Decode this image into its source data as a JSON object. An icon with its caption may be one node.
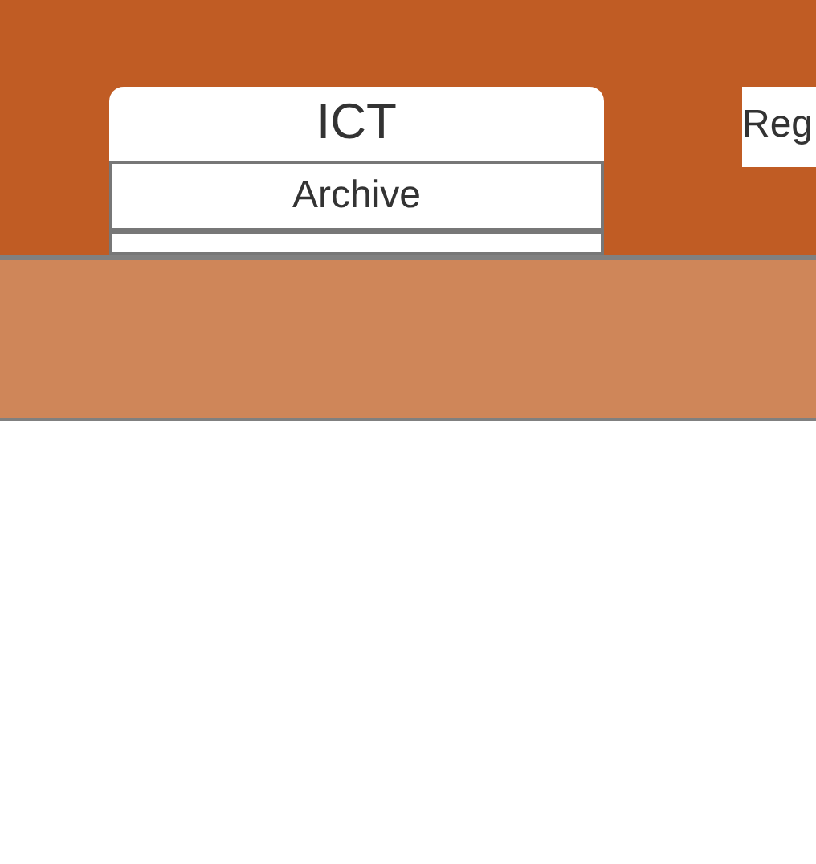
{
  "diagram": {
    "nodes": [
      {
        "text": [
          "ICT"
        ]
      },
      {
        "text": [
          "Archive"
        ],
        "in": 0
      },
      {
        "text": [],
        "shape": "box",
        "in": 0
      },
      {
        "text": [
          "Reg"
        ]
      },
      {
        "text": [],
        "shape": "bar"
      }
    ]
  }
}
